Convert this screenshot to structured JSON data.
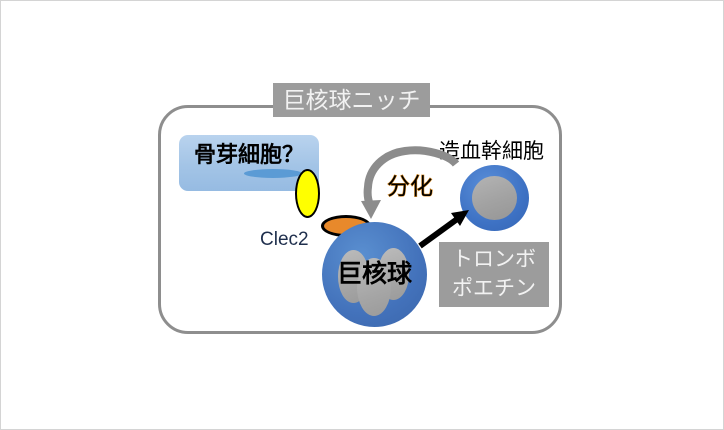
{
  "diagram": {
    "title": "巨核球ニッチ",
    "labels": {
      "osteoblast": "骨芽細胞？",
      "clec2": "Clec2",
      "megakaryocyte": "巨核球",
      "hematopoietic_stem_cell": "造血幹細胞",
      "differentiation": "分化",
      "thrombopoietin_line1": "トロンボ",
      "thrombopoietin_line2": "ポエチン"
    },
    "colors": {
      "title_box": "#9c9c9c",
      "title_text": "#f2f2f2",
      "osteoblast_box": "#a3c4e6",
      "osteoblast_nucleus": "#5b9bd5",
      "yellow_ligand": "#ffff00",
      "orange_receptor": "#e8892b",
      "megakaryocyte_body": "#4372bb",
      "megakaryocyte_lobes": "#a6a6a6",
      "hsc_body": "#3e72c4",
      "hsc_nucleus": "#a2a2a2",
      "tpo_box": "#9c9c9c",
      "tpo_text": "#f2f2f2",
      "niche_border": "#8e8e8e",
      "curved_arrow": "#8c8c8c",
      "straight_arrow": "#000000",
      "differentiation_outline": "#d98a20",
      "canvas_border": "#d4d4d4"
    }
  }
}
